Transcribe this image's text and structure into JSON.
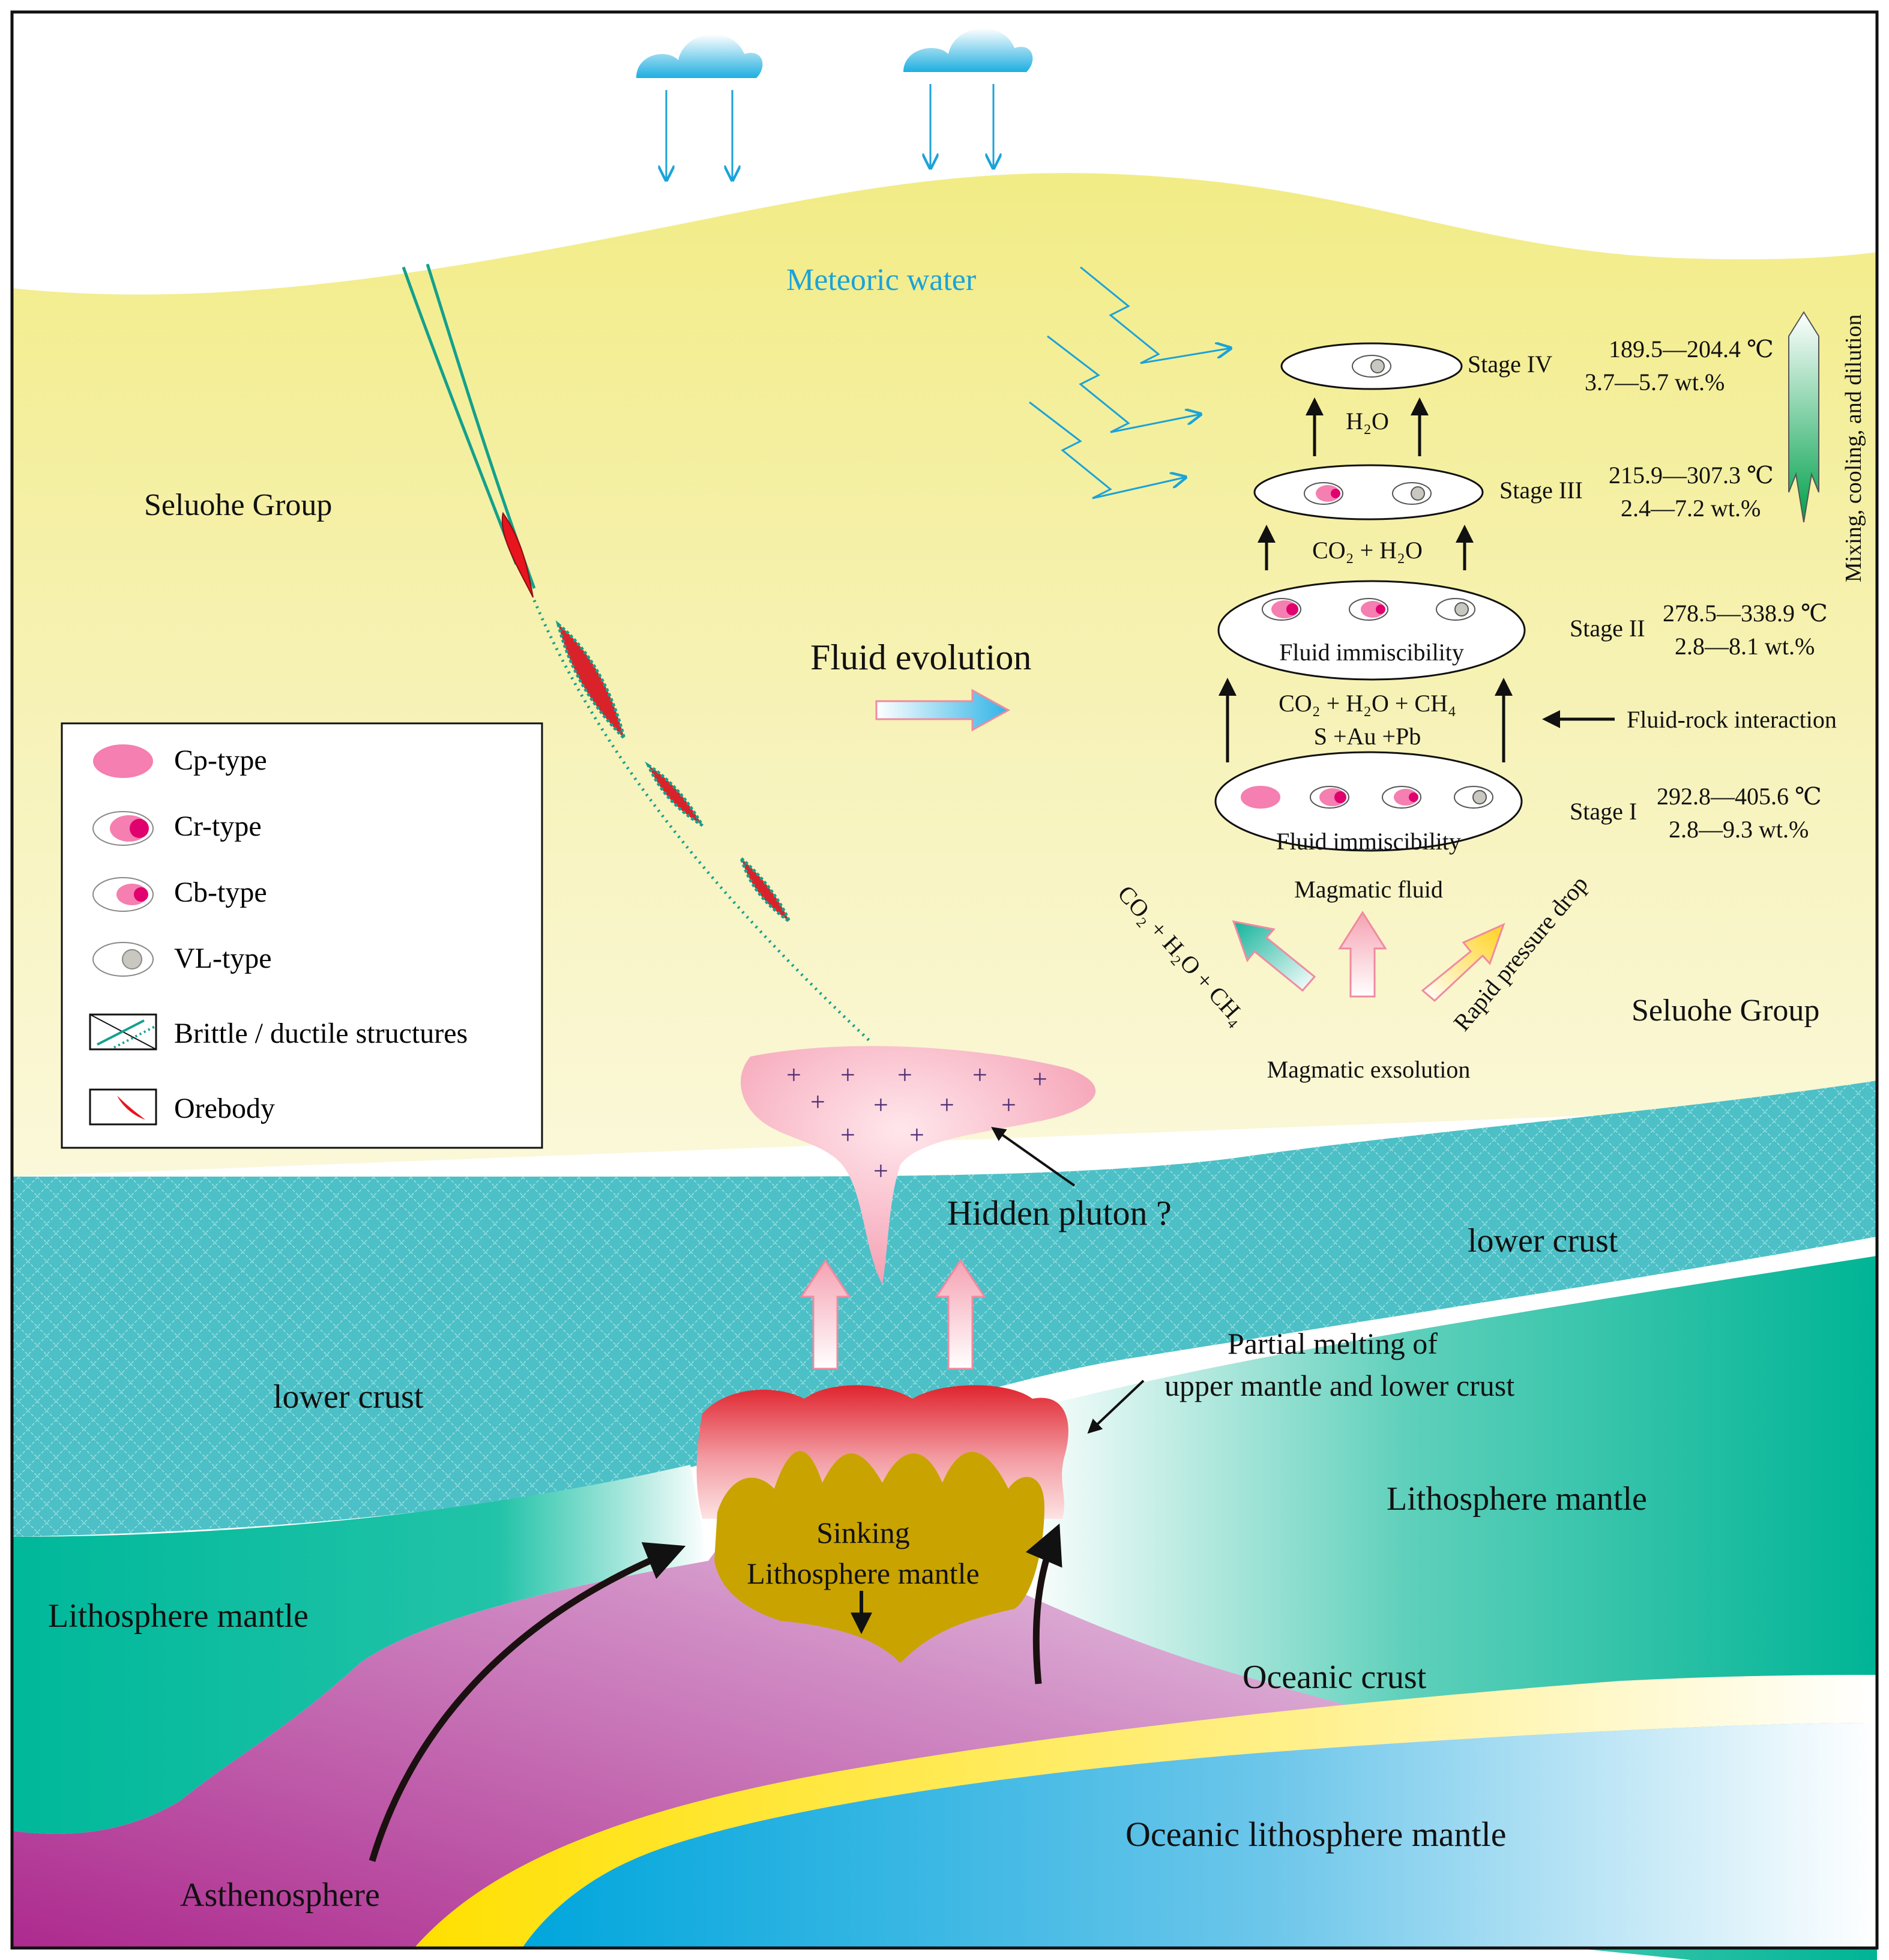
{
  "labels": {
    "meteoric_water": "Meteoric water",
    "seluohe_left": "Seluohe Group",
    "seluohe_right": "Seluohe Group",
    "fluid_evolution": "Fluid evolution",
    "hidden_pluton": "Hidden pluton ?",
    "lower_crust_left": "lower crust",
    "lower_crust_right": "lower crust",
    "partial_melting_1": "Partial melting of",
    "partial_melting_2": "upper mantle and lower crust",
    "litho_mantle_left": "Lithosphere  mantle",
    "litho_mantle_right": "Lithosphere  mantle",
    "sinking_1": "Sinking",
    "sinking_2": "Lithosphere mantle",
    "oceanic_crust": "Oceanic crust",
    "oceanic_litho": "Oceanic lithosphere mantle",
    "asthenosphere": "Asthenosphere",
    "magmatic_fluid": "Magmatic fluid",
    "magmatic_exsolution": "Magmatic exsolution",
    "rapid_pressure_drop": "Rapid pressure drop",
    "co2_h2o_ch4_diag": "CO₂ + H₂O + CH₄",
    "fluid_rock": "Fluid-rock interaction",
    "mixing": "Mixing, cooling, and dilution"
  },
  "stages": [
    {
      "name": "Stage IV",
      "temp": "189.5—204.4 ℃",
      "salinity": "3.7—5.7 wt.%",
      "caption": ""
    },
    {
      "name": "Stage III",
      "temp": "215.9—307.3 ℃",
      "salinity": "2.4—7.2 wt.%",
      "caption": ""
    },
    {
      "name": "Stage II",
      "temp": "278.5—338.9 ℃",
      "salinity": "2.8—8.1 wt.%",
      "caption": "Fluid immiscibility"
    },
    {
      "name": "Stage I",
      "temp": "292.8—405.6 ℃",
      "salinity": "2.8—9.3 wt.%",
      "caption": "Fluid immiscibility"
    }
  ],
  "transitions": {
    "iv_iii": "H₂O",
    "iii_ii": "CO₂ + H₂O",
    "ii_i_1": "CO₂ + H₂O + CH₄",
    "ii_i_2": "S +Au +Pb"
  },
  "legend": [
    {
      "label": "Cp-type",
      "icon": "cp-inclusion-icon"
    },
    {
      "label": "Cr-type",
      "icon": "cr-inclusion-icon"
    },
    {
      "label": "Cb-type",
      "icon": "cb-inclusion-icon"
    },
    {
      "label": "VL-type",
      "icon": "vl-inclusion-icon"
    },
    {
      "label": "Brittle / ductile structures",
      "icon": "structure-icon"
    },
    {
      "label": "Orebody",
      "icon": "orebody-icon"
    }
  ],
  "colors": {
    "yellow_sediment": "#f2ec8a",
    "lower_crust": "#4fc3c8",
    "litho_mantle": "#00b89a",
    "oceanic_crust": "#ffe100",
    "oceanic_mantle": "#00aee0",
    "asthenosphere": "#b03a94",
    "pluton": "#f6a6b5",
    "melt_top": "#e8303a",
    "sinking": "#c8a400",
    "meteoric": "#1aa3d9",
    "ore": "#e8141e",
    "inclusion_pink": "#f47fb0",
    "inclusion_dot": "#e0006e",
    "vapor_gray": "#c8c8c0"
  }
}
